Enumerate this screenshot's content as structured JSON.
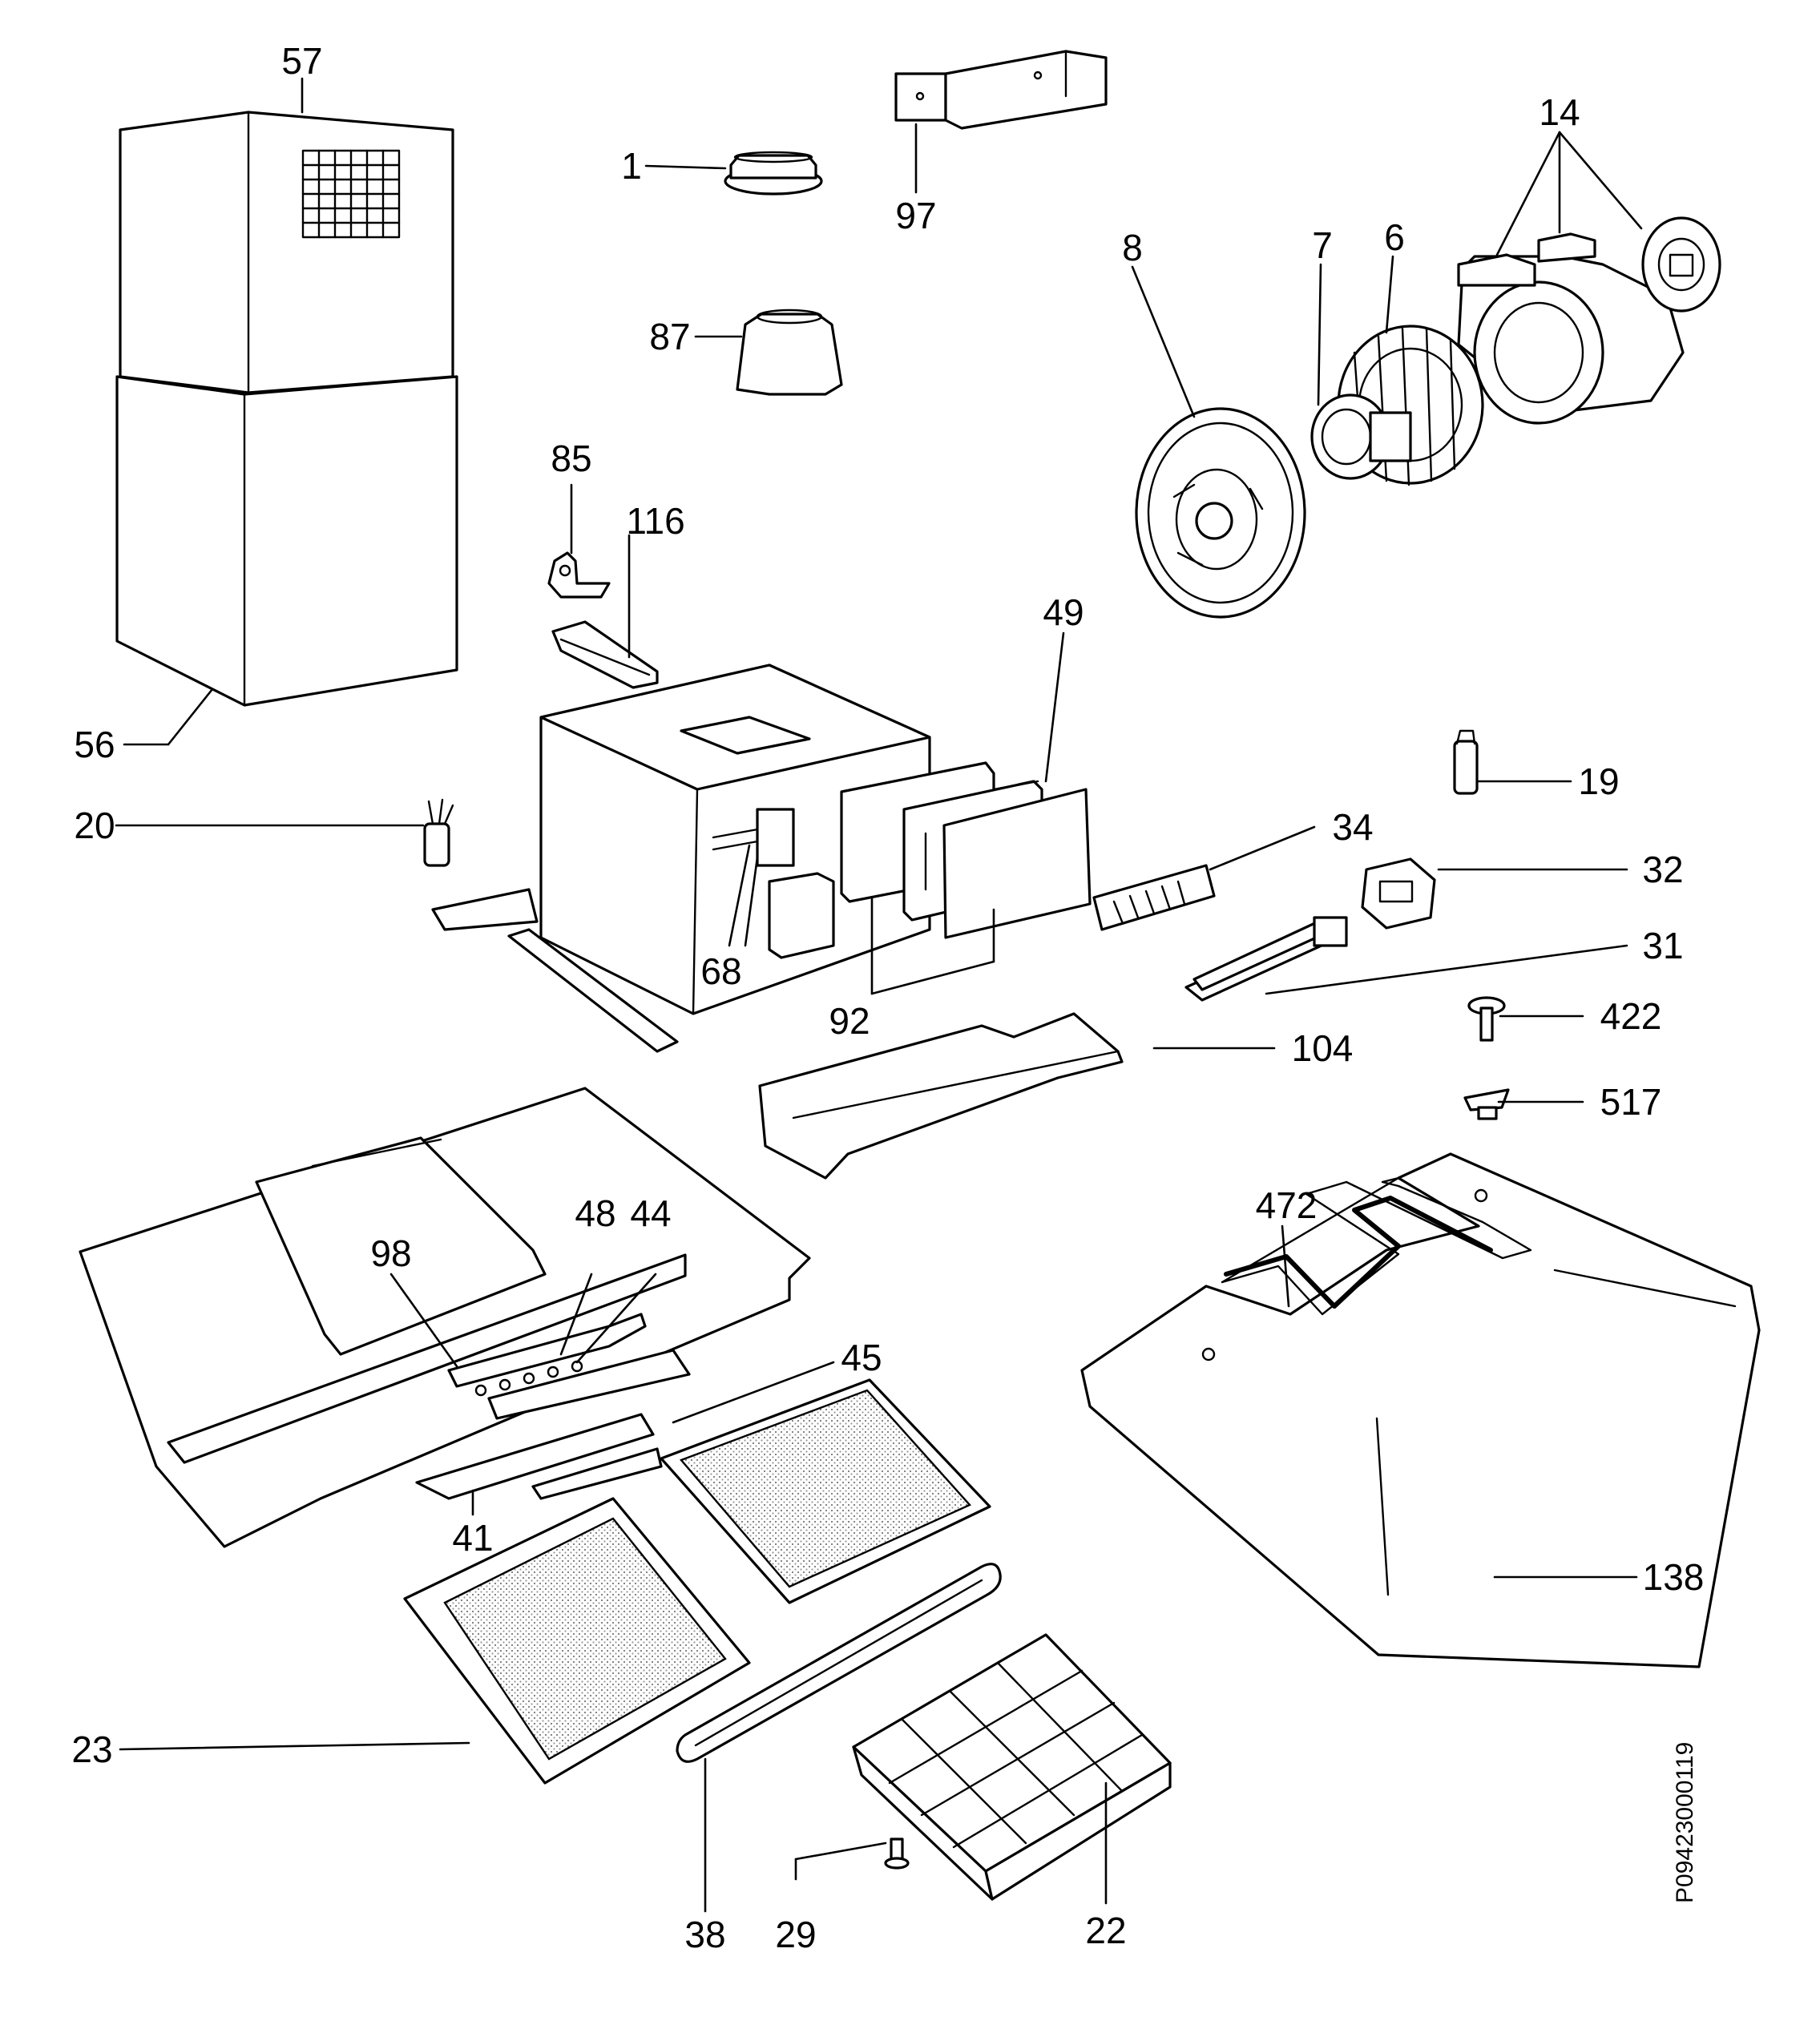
{
  "document_id": "P09423000119",
  "parts": [
    {
      "id": "57",
      "label": "57"
    },
    {
      "id": "56",
      "label": "56"
    },
    {
      "id": "1",
      "label": "1"
    },
    {
      "id": "97",
      "label": "97"
    },
    {
      "id": "87",
      "label": "87"
    },
    {
      "id": "14",
      "label": "14"
    },
    {
      "id": "8",
      "label": "8"
    },
    {
      "id": "7",
      "label": "7"
    },
    {
      "id": "6",
      "label": "6"
    },
    {
      "id": "85",
      "label": "85"
    },
    {
      "id": "116",
      "label": "116"
    },
    {
      "id": "49",
      "label": "49"
    },
    {
      "id": "20",
      "label": "20"
    },
    {
      "id": "19",
      "label": "19"
    },
    {
      "id": "34",
      "label": "34"
    },
    {
      "id": "32",
      "label": "32"
    },
    {
      "id": "31",
      "label": "31"
    },
    {
      "id": "68",
      "label": "68"
    },
    {
      "id": "92",
      "label": "92"
    },
    {
      "id": "104",
      "label": "104"
    },
    {
      "id": "422",
      "label": "422"
    },
    {
      "id": "517",
      "label": "517"
    },
    {
      "id": "472",
      "label": "472"
    },
    {
      "id": "98",
      "label": "98"
    },
    {
      "id": "48",
      "label": "48"
    },
    {
      "id": "44",
      "label": "44"
    },
    {
      "id": "45",
      "label": "45"
    },
    {
      "id": "41",
      "label": "41"
    },
    {
      "id": "138",
      "label": "138"
    },
    {
      "id": "23",
      "label": "23"
    },
    {
      "id": "38",
      "label": "38"
    },
    {
      "id": "29",
      "label": "29"
    },
    {
      "id": "22",
      "label": "22"
    }
  ]
}
